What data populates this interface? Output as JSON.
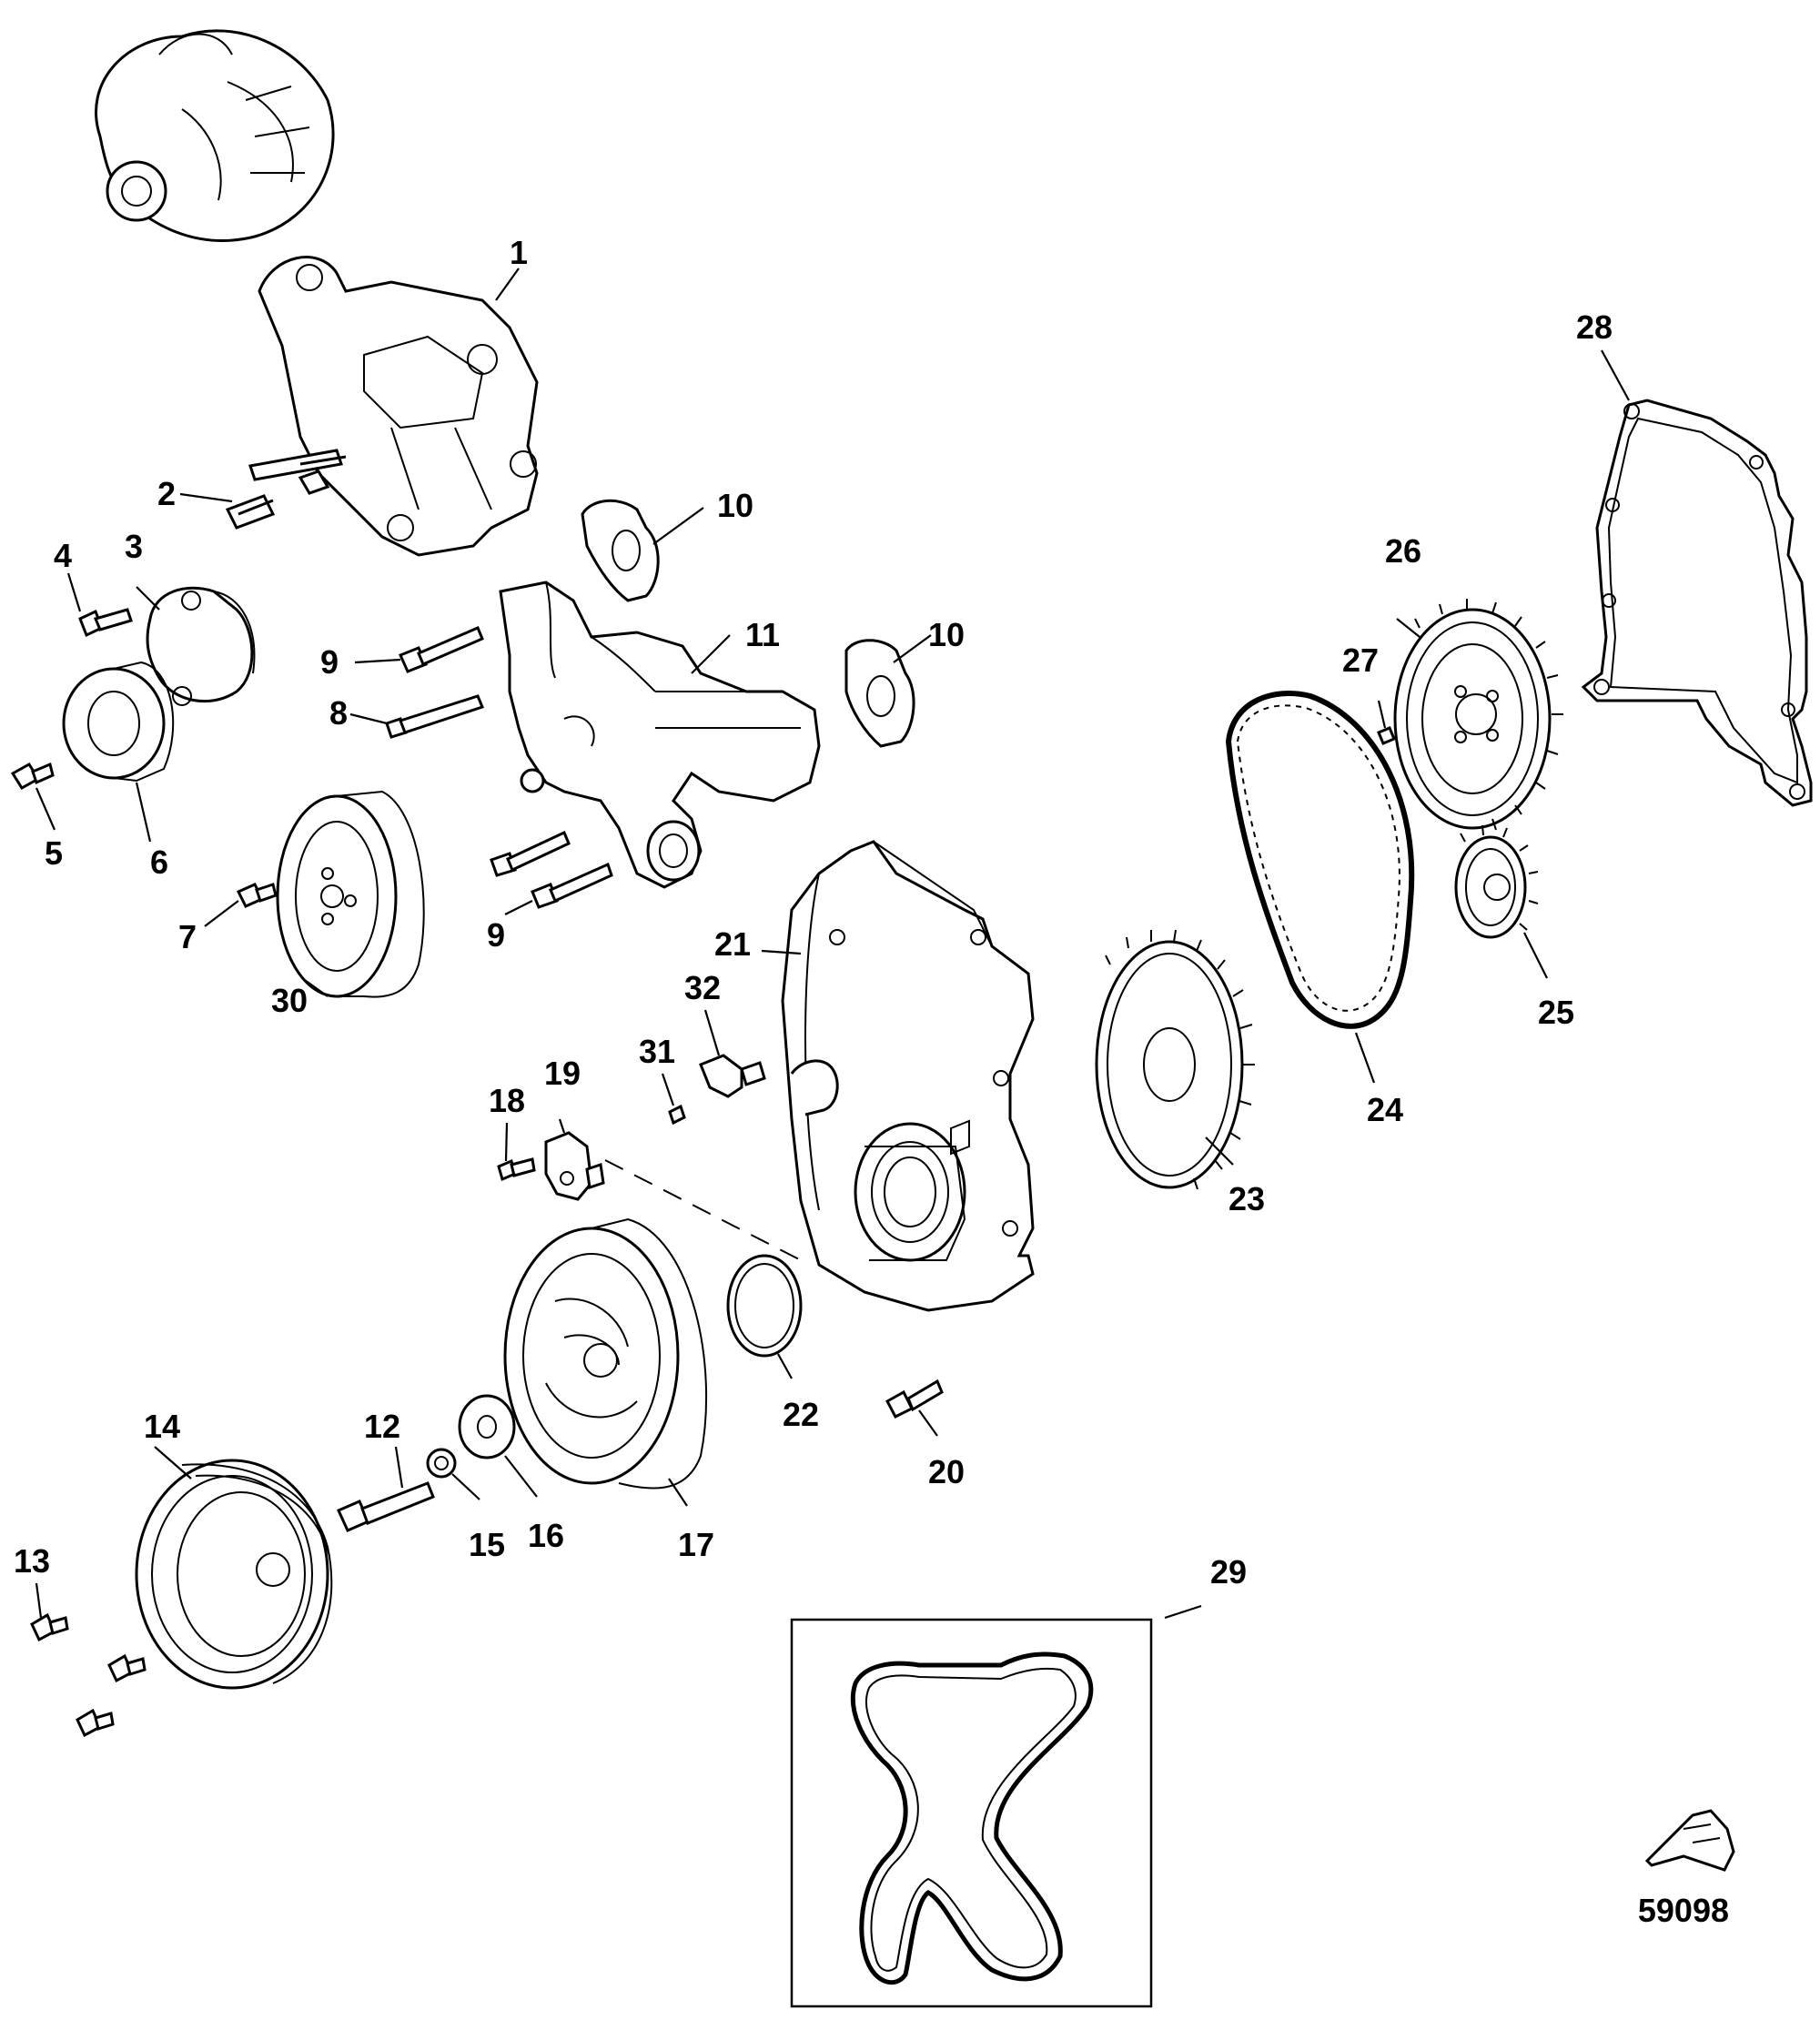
{
  "figure_number": "59098",
  "callouts": [
    "1",
    "2",
    "3",
    "4",
    "5",
    "6",
    "7",
    "8",
    "9",
    "9",
    "10",
    "10",
    "11",
    "12",
    "13",
    "14",
    "15",
    "16",
    "17",
    "18",
    "19",
    "20",
    "21",
    "22",
    "23",
    "24",
    "25",
    "26",
    "27",
    "28",
    "29",
    "30",
    "31",
    "32"
  ],
  "palette": {
    "line": "#000000",
    "background": "#ffffff"
  }
}
